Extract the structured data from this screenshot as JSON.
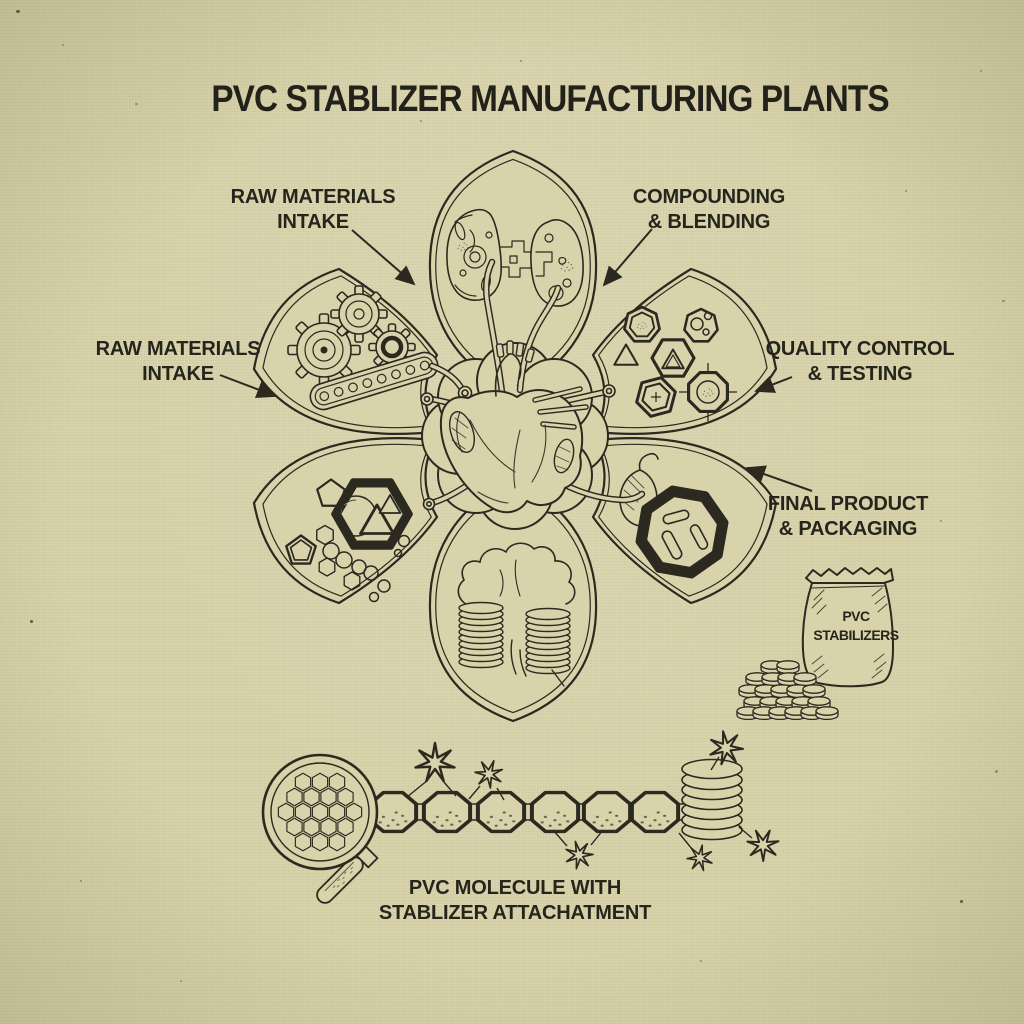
{
  "title": "PVC STABLIZER MANUFACTURING PLANTS",
  "colors": {
    "paper": "#d8d3ab",
    "ink": "#2b2920"
  },
  "flower": {
    "center_icon": "anatomical-heart-icon",
    "labels": {
      "raw_top": {
        "line1": "RAW MATERIALS",
        "line2": "INTAKE"
      },
      "compounding": {
        "line1": "COMPOUNDING",
        "line2": "& BLENDING"
      },
      "raw_left": {
        "line1": "RAW MATERIALS",
        "line2": "INTAKE"
      },
      "quality": {
        "line1": "QUALITY CONTROL",
        "line2": "& TESTING"
      },
      "final": {
        "line1": "FINAL PRODUCT",
        "line2": "& PACKAGING"
      }
    },
    "petal_icons": [
      "mixer-machine-icon",
      "gears-conveyor-icon",
      "qc-samples-icon",
      "molecule-cluster-icon",
      "pellet-octagon-icon",
      "disc-stacks-icon"
    ]
  },
  "bag": {
    "line1": "PVC",
    "line2": "STABILIZERS",
    "icon": "stabilizer-bag-icon"
  },
  "coin_pile_icon": "pellet-pile-icon",
  "molecule_figure": {
    "caption_line1": "PVC MOLECULE WITH",
    "caption_line2": "STABLIZER ATTACHATMENT",
    "icons": [
      "magnifier-icon",
      "polymer-chain-icon",
      "spark-icon",
      "coil-stack-icon"
    ]
  }
}
